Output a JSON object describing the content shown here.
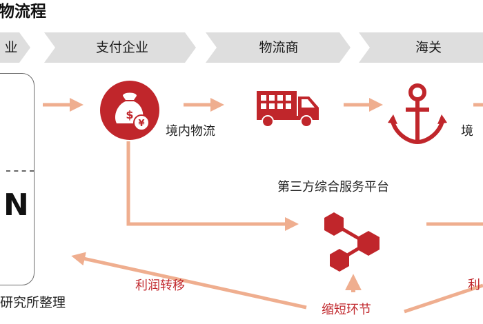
{
  "title": "物流程",
  "chevrons": [
    {
      "label": "业"
    },
    {
      "label": "支付企业"
    },
    {
      "label": "物流商"
    },
    {
      "label": "海关"
    }
  ],
  "labels": {
    "domestic_logistics": "境内物流",
    "third_party_platform": "第三方综合服务平台",
    "profit_transfer": "利润转移",
    "shorten_link": "缩短环节",
    "right_edge_top": "境",
    "right_edge_bottom": "利"
  },
  "left_box": {
    "letter": "N"
  },
  "caption": "研究所整理",
  "colors": {
    "accent_red": "#c0262b",
    "arrow_salmon": "#efae8f",
    "chevron_gray": "#dedede"
  },
  "icons": [
    "money-bag-icon",
    "truck-icon",
    "anchor-icon",
    "network-icon"
  ]
}
